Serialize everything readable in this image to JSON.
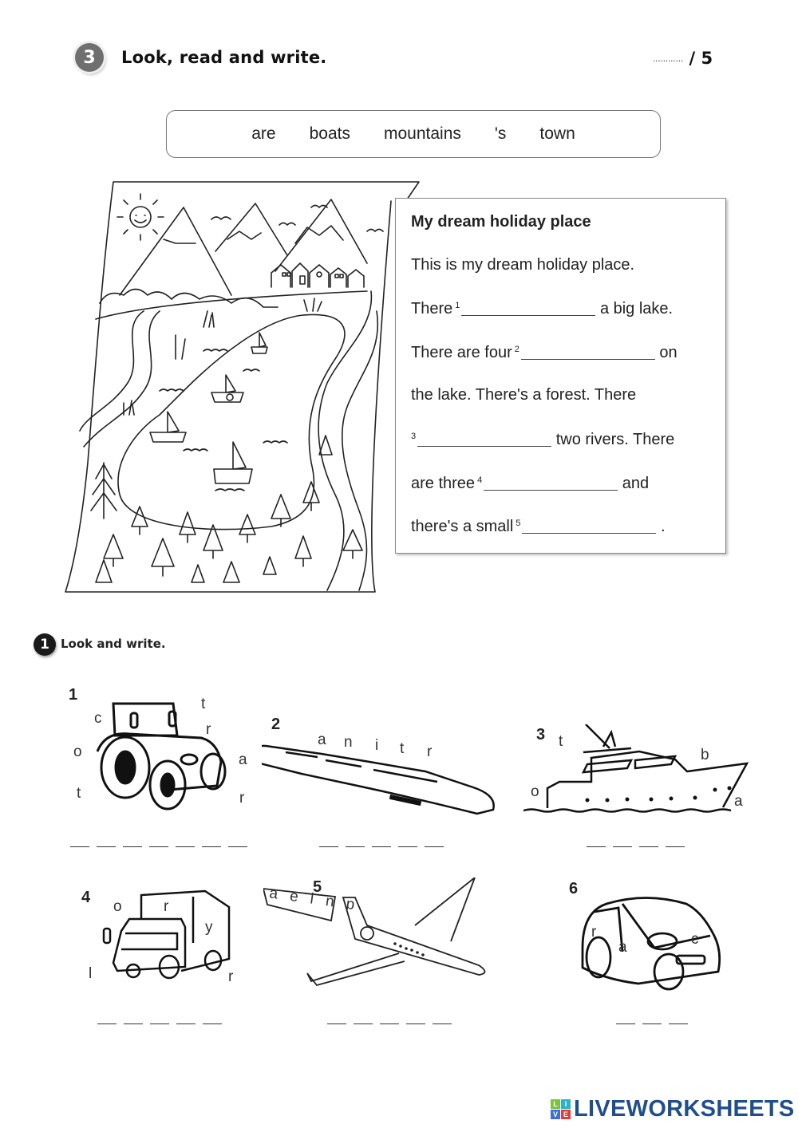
{
  "section3": {
    "number": "3",
    "title": "Look, read and write.",
    "score_dots": "............",
    "score_total": "/ 5",
    "word_bank": [
      "are",
      "boats",
      "mountains",
      "'s",
      "town"
    ],
    "text_box": {
      "heading": "My dream holiday place",
      "lines": [
        {
          "before": "This is my dream holiday place.",
          "num": "",
          "after": ""
        },
        {
          "before": "There",
          "num": "1",
          "after": "a big lake."
        },
        {
          "before": "There are four",
          "num": "2",
          "after": "on"
        },
        {
          "before": "the lake. There's a forest. There",
          "num": "",
          "after": ""
        },
        {
          "before": "",
          "num": "3",
          "after": "two rivers. There"
        },
        {
          "before": "are three",
          "num": "4",
          "after": "and"
        },
        {
          "before": "there's a small",
          "num": "5",
          "after": "."
        }
      ]
    },
    "illustration": "map-drawing: mountains, sun, birds, town, lake with boats, two rivers, forest"
  },
  "section1": {
    "number": "1",
    "title": "Look and write.",
    "items": [
      {
        "num": "1",
        "picture": "tractor",
        "letters": [
          "c",
          "t",
          "r",
          "o",
          "a",
          "t",
          "r"
        ],
        "blanks": 7
      },
      {
        "num": "2",
        "picture": "train",
        "letters": [
          "a",
          "n",
          "i",
          "t",
          "r"
        ],
        "blanks": 5
      },
      {
        "num": "3",
        "picture": "boat",
        "letters": [
          "t",
          "b",
          "o",
          "a"
        ],
        "blanks": 4
      },
      {
        "num": "4",
        "picture": "lorry",
        "letters": [
          "o",
          "r",
          "y",
          "l",
          "r"
        ],
        "blanks": 5
      },
      {
        "num": "5",
        "picture": "plane",
        "letters": [
          "a e l n p"
        ],
        "blanks": 5
      },
      {
        "num": "6",
        "picture": "car",
        "letters": [
          "r",
          "a",
          "c"
        ],
        "blanks": 3
      }
    ]
  },
  "footer": {
    "logo_tiles": [
      "L",
      "I",
      "V",
      "E"
    ],
    "logo_tile_colors": [
      "#7cc142",
      "#2bb3c9",
      "#3f6fd1",
      "#e23b3b"
    ],
    "logo_text": "LIVEWORKSHEETS",
    "logo_color": "#1f4e8c"
  }
}
